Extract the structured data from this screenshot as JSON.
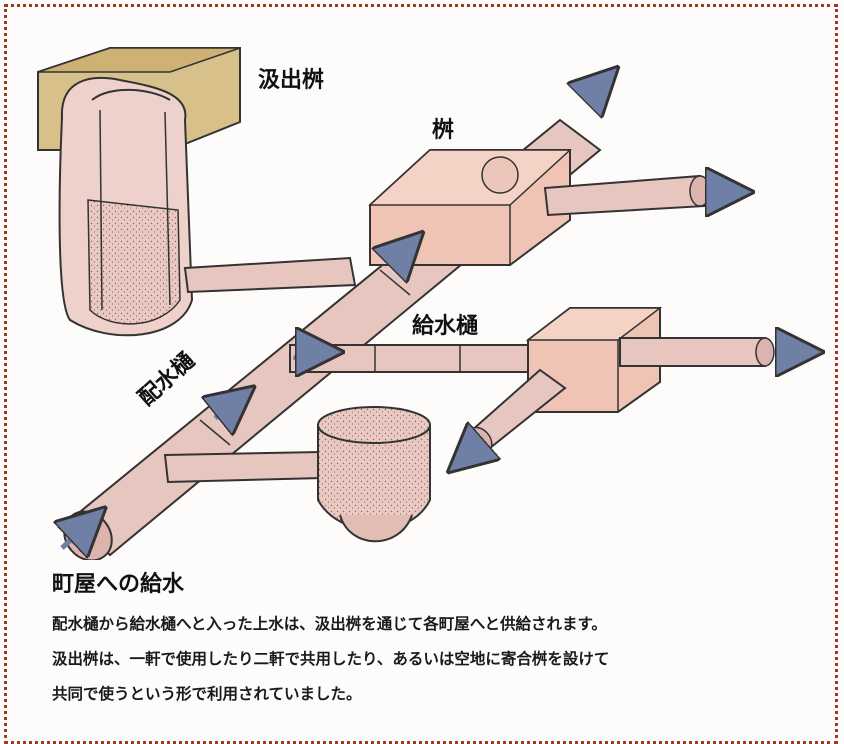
{
  "labels": {
    "kumidashi_masu": "汲出桝",
    "masu": "桝",
    "kyusui_toi": "給水樋",
    "haisui_toi": "配水樋"
  },
  "caption": {
    "title": "町屋への給水",
    "lines": [
      "配水樋から給水樋へと入った上水は、汲出桝を通じて各町屋へと供給されます。",
      "汲出桝は、一軒で使用したり二軒で共用したり、あるいは空地に寄合桝を設けて",
      "共同で使うという形で利用されていました。"
    ]
  },
  "colors": {
    "frame": "#9b3a2a",
    "pipe": "#e7c6c0",
    "box": "#f0c4b4",
    "wood": "#d8c08a",
    "arrow": "#6f7fa6"
  }
}
